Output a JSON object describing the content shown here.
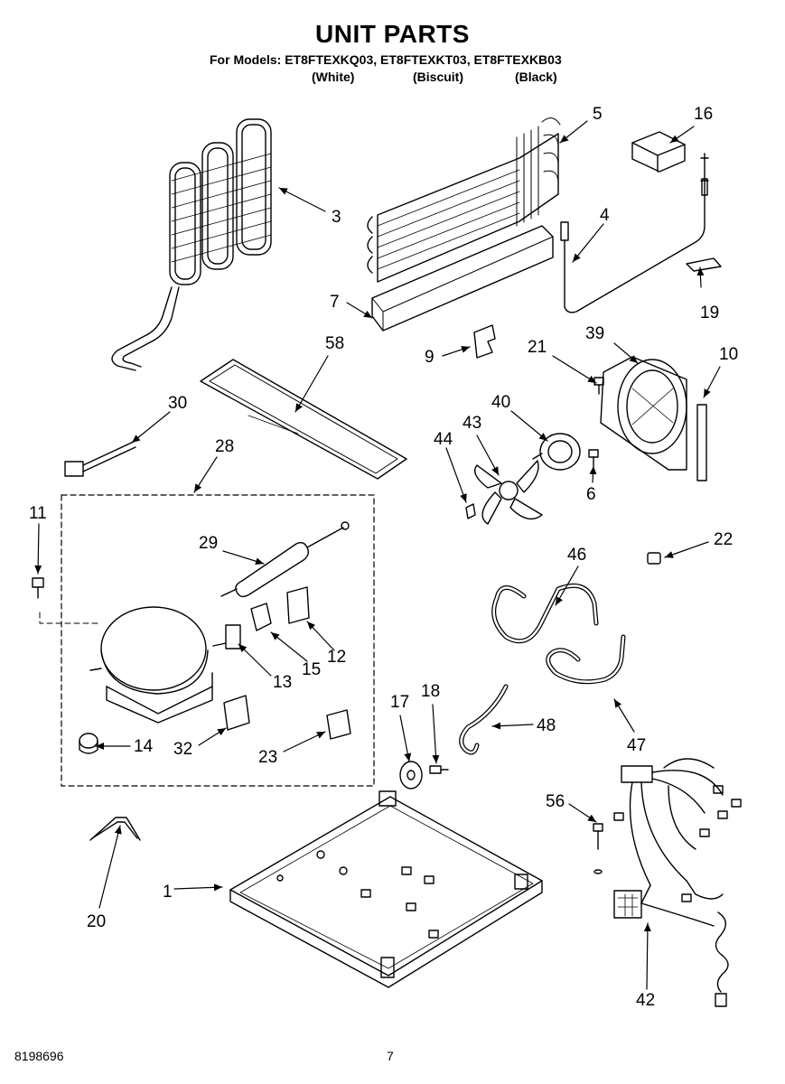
{
  "title": "UNIT PARTS",
  "models_line": "For Models: ET8FTEXKQ03, ET8FTEXKT03, ET8FTEXKB03",
  "finishes": [
    "(White)",
    "(Biscuit)",
    "(Black)"
  ],
  "callouts": {
    "c1": "1",
    "c3": "3",
    "c4": "4",
    "c5": "5",
    "c6": "6",
    "c7": "7",
    "c9": "9",
    "c10": "10",
    "c11": "11",
    "c12": "12",
    "c13": "13",
    "c14": "14",
    "c15": "15",
    "c16": "16",
    "c17": "17",
    "c18": "18",
    "c19": "19",
    "c20": "20",
    "c21": "21",
    "c22": "22",
    "c23": "23",
    "c28": "28",
    "c29": "29",
    "c30": "30",
    "c32": "32",
    "c39": "39",
    "c40": "40",
    "c42": "42",
    "c43": "43",
    "c44": "44",
    "c46": "46",
    "c47": "47",
    "c48": "48",
    "c56": "56",
    "c58": "58"
  },
  "footer": {
    "doc_number": "8198696",
    "page_number": "7"
  }
}
